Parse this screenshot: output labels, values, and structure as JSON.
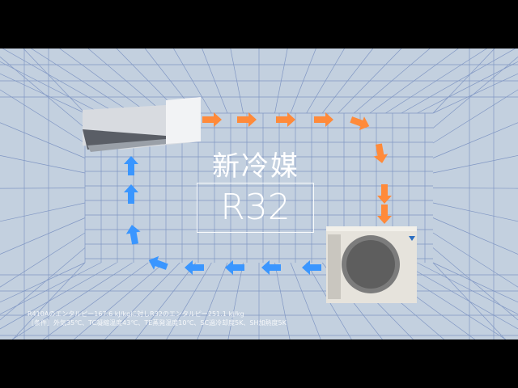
{
  "title": "新冷媒",
  "refrigerant": "R32",
  "notes": [
    "R410Aのエンタルピー167.6 kJ/kgに対しR32のエンタルピー251.1 kJ/kg",
    "［条件］外気35℃、TC凝縮温度43℃、TE蒸発温度10℃、SC過冷却度5K、SH加熱度5K"
  ],
  "colors": {
    "hot_flow": "#ff8a3a",
    "cold_flow": "#3a96ff",
    "background": "#c3d0df",
    "grid": "#3f5fa8"
  }
}
